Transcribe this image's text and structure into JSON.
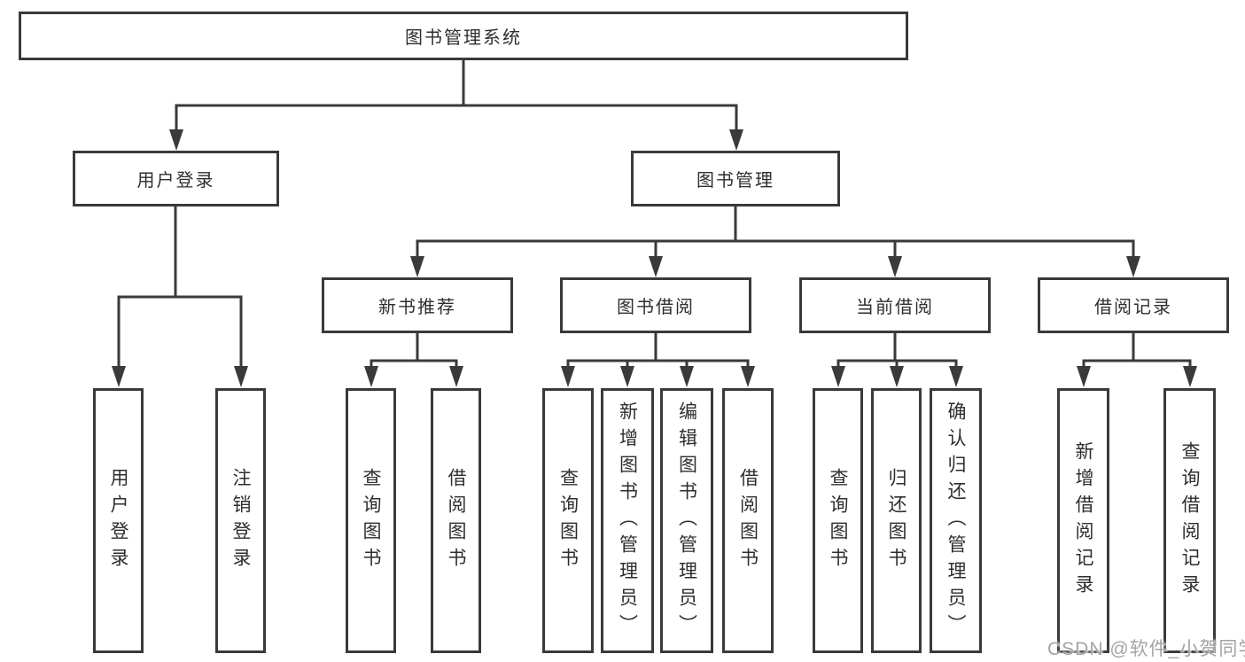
{
  "tree": {
    "root": {
      "label": "图书管理系统",
      "children": [
        {
          "label": "用户登录",
          "children": [
            {
              "label": "用户登录"
            },
            {
              "label": "注销登录"
            }
          ]
        },
        {
          "label": "图书管理",
          "children": [
            {
              "label": "新书推荐",
              "children": [
                {
                  "label": "查询图书"
                },
                {
                  "label": "借阅图书"
                }
              ]
            },
            {
              "label": "图书借阅",
              "children": [
                {
                  "label": "查询图书"
                },
                {
                  "label": "新增图书（管理员）"
                },
                {
                  "label": "编辑图书（管理员）"
                },
                {
                  "label": "借阅图书"
                }
              ]
            },
            {
              "label": "当前借阅",
              "children": [
                {
                  "label": "查询图书"
                },
                {
                  "label": "归还图书"
                },
                {
                  "label": "确认归还（管理员）"
                }
              ]
            },
            {
              "label": "借阅记录",
              "children": [
                {
                  "label": "新增借阅记录"
                },
                {
                  "label": "查询借阅记录"
                }
              ]
            }
          ]
        }
      ]
    }
  },
  "watermark": {
    "text": "CSDN @软件_小贺同学"
  },
  "colors": {
    "line": "#3a3a3a",
    "box_border": "#3a3a3a",
    "text": "#2e2e2e",
    "watermark": "#a3a3a3",
    "background": "#ffffff"
  }
}
